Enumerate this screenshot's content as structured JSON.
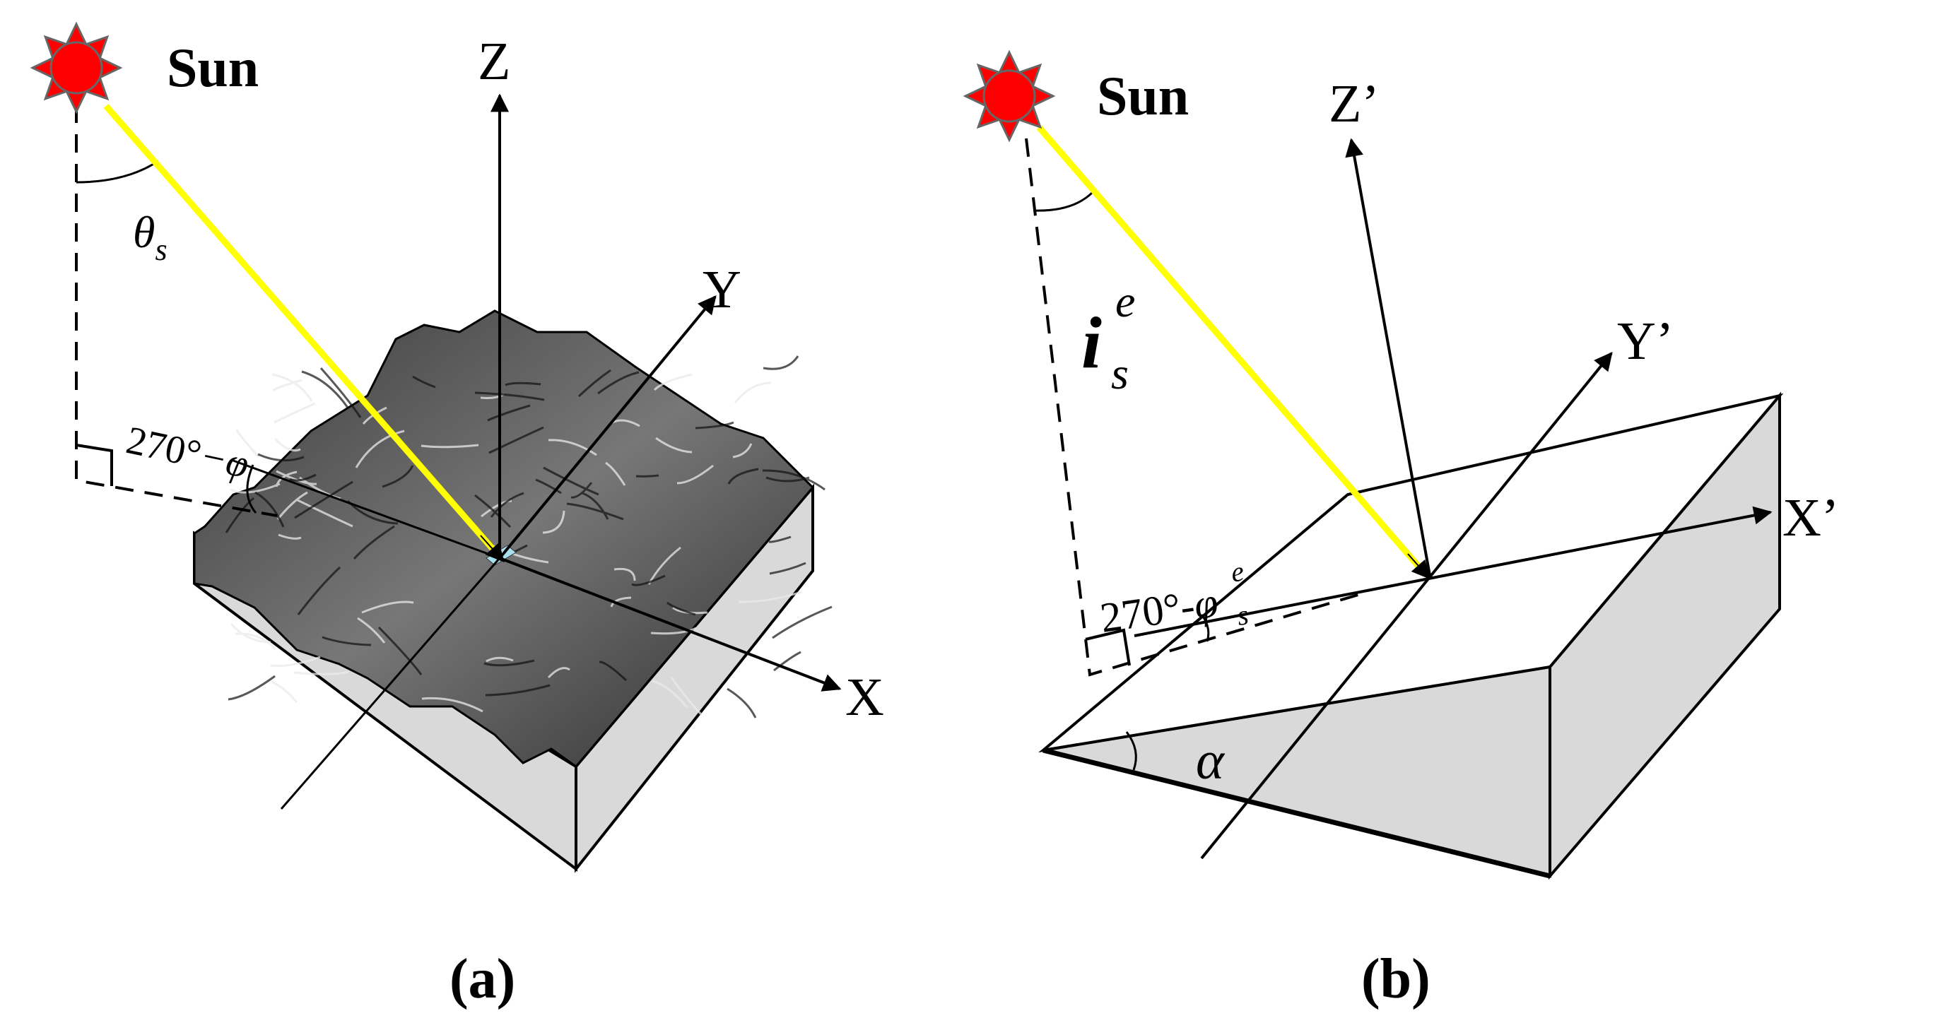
{
  "panel_a": {
    "sun_label": "Sun",
    "axis_z": "Z",
    "axis_y": "Y",
    "axis_x": "X",
    "zenith_symbol": "θ",
    "zenith_sub": "s",
    "azimuth_prefix": "270°",
    "azimuth_symbol": "−φ",
    "caption": "(a)"
  },
  "panel_b": {
    "sun_label": "Sun",
    "axis_z": "Z’",
    "axis_y": "Y’",
    "axis_x": "X’",
    "incidence_symbol": "i",
    "incidence_sup": "e",
    "incidence_sub": "s",
    "azimuth_prefix": "270°",
    "azimuth_dash": "-",
    "azimuth_symbol": "φ",
    "azimuth_sup": "e",
    "azimuth_sub": "s",
    "slope_symbol": "α",
    "caption": "(b)"
  },
  "colors": {
    "sun_fill": "#ff0000",
    "sun_stroke": "#666666",
    "ray": "#ffff00",
    "solid_gray": "#d9d9d9",
    "pixel_marker": "#a8e0f0"
  }
}
